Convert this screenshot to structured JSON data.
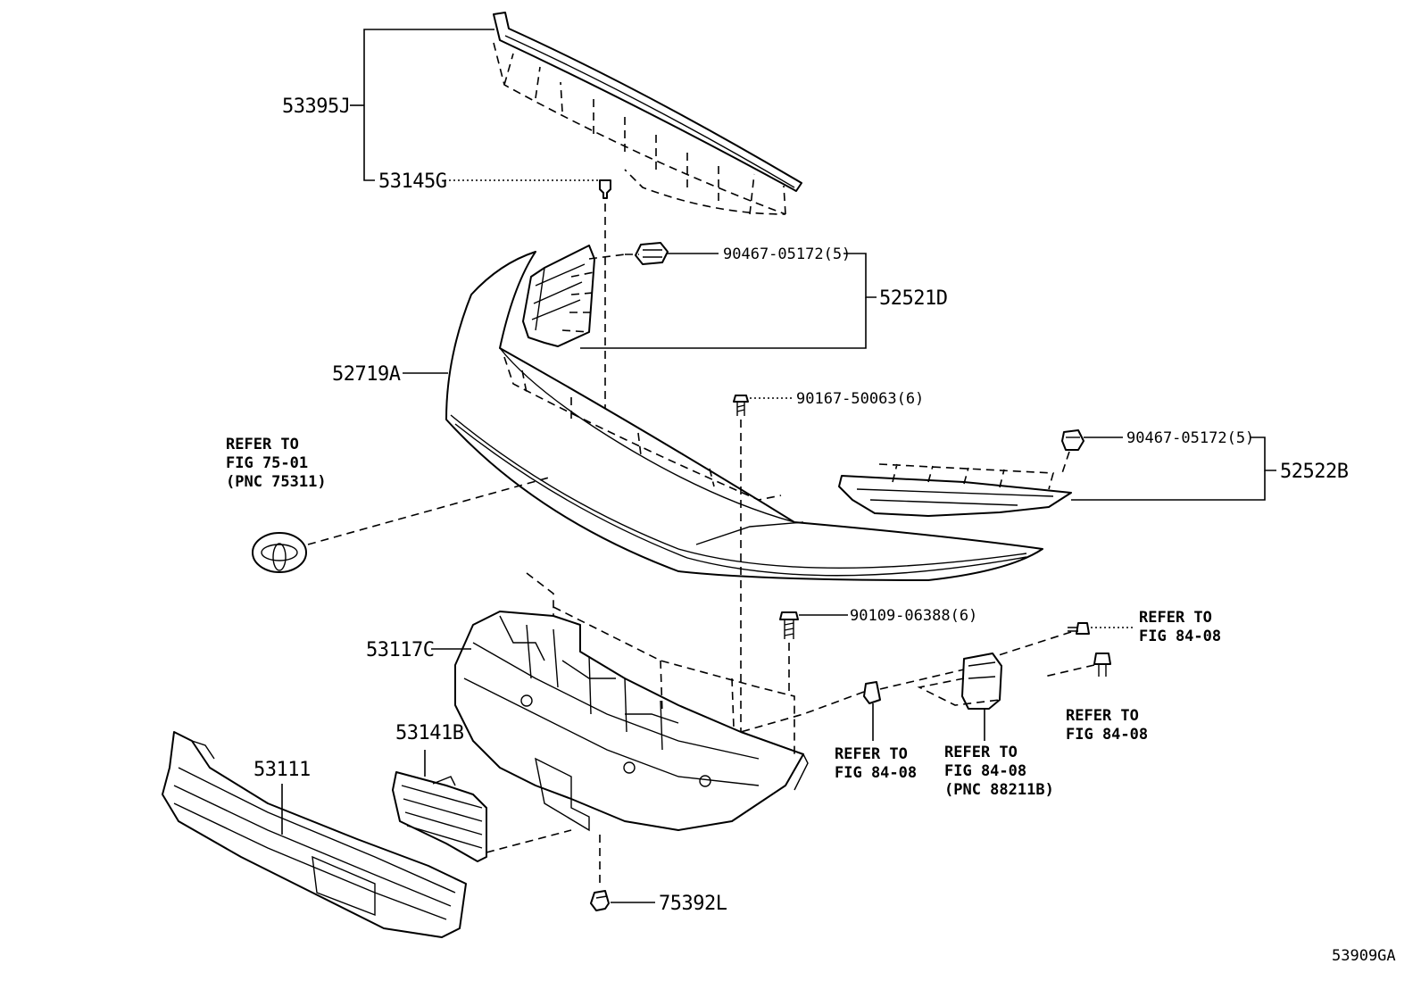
{
  "diagram": {
    "figure_code": "53909GA",
    "parts": {
      "p53395J": "53395J",
      "p53145G": "53145G",
      "p90467_a": "90467-05172(5)",
      "p52521D": "52521D",
      "p52719A": "52719A",
      "p90167": "90167-50063(6)",
      "p90467_b": "90467-05172(5)",
      "p52522B": "52522B",
      "p90109": "90109-06388(6)",
      "p53117C": "53117C",
      "p53141B": "53141B",
      "p53111": "53111",
      "p75392L": "75392L"
    },
    "references": {
      "emblem": [
        "REFER TO",
        "FIG 75-01",
        "(PNC 75311)"
      ],
      "bolt_right": [
        "REFER TO",
        "FIG 84-08"
      ],
      "bolt_lower": [
        "REFER TO",
        "FIG 84-08"
      ],
      "bracket": [
        "REFER TO",
        "FIG 84-08"
      ],
      "sensor": [
        "REFER TO",
        "FIG 84-08",
        "(PNC 88211B)"
      ]
    }
  }
}
